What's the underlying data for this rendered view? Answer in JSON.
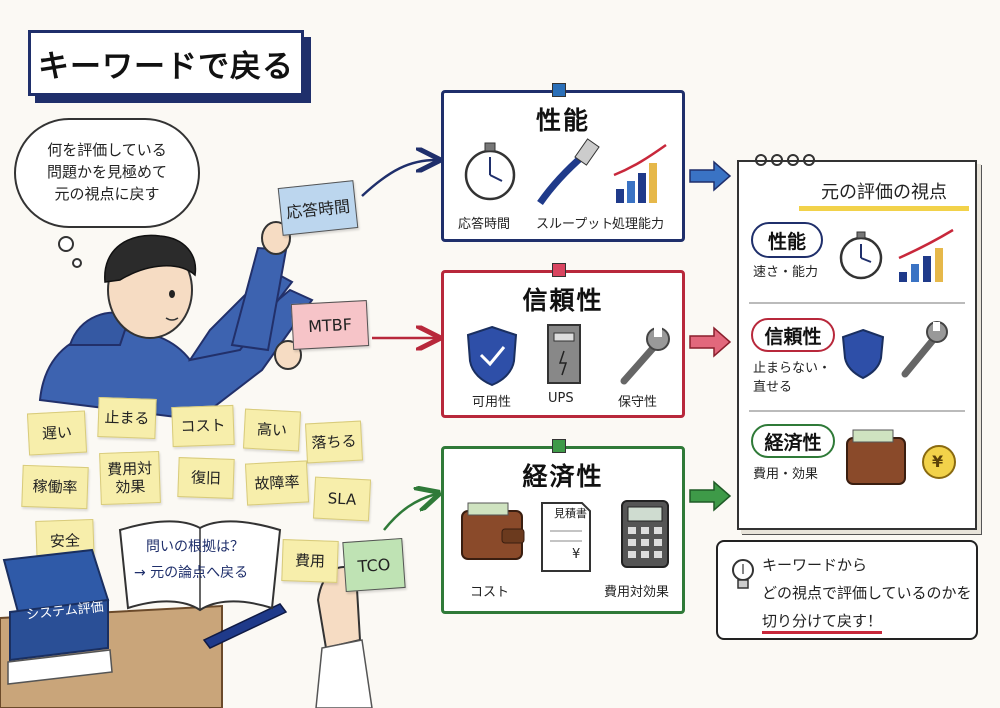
{
  "title": "キーワードで戻る",
  "thought_lines": [
    "何を評価している",
    "問題かを見極めて",
    "元の視点に戻す"
  ],
  "held_cards": {
    "top": "応答時間",
    "middle": "MTBF",
    "bottom": "TCO"
  },
  "sticky_notes": [
    {
      "lines": [
        "遅い"
      ]
    },
    {
      "lines": [
        "止まる"
      ]
    },
    {
      "lines": [
        "コスト"
      ]
    },
    {
      "lines": [
        "高い"
      ]
    },
    {
      "lines": [
        "落ちる"
      ]
    },
    {
      "lines": [
        "稼働率"
      ]
    },
    {
      "lines": [
        "費用対",
        "効果"
      ]
    },
    {
      "lines": [
        "復旧"
      ]
    },
    {
      "lines": [
        "故障率"
      ]
    },
    {
      "lines": [
        "SLA"
      ]
    },
    {
      "lines": [
        "安全"
      ]
    },
    {
      "lines": [
        "費用"
      ]
    }
  ],
  "open_book": {
    "line1": "問いの根拠は？",
    "line2": "→ 元の論点へ戻る"
  },
  "binder_label": "システム評価",
  "panels": [
    {
      "title": "性能",
      "color": "#1f2f6b",
      "pin_color": "#2a6fb8",
      "labels": [
        "応答時間",
        "スループット",
        "処理能力"
      ]
    },
    {
      "title": "信頼性",
      "color": "#b8283b",
      "pin_color": "#d94560",
      "labels": [
        "可用性",
        "UPS",
        "保守性"
      ]
    },
    {
      "title": "経済性",
      "color": "#2f7a38",
      "pin_color": "#3e9a48",
      "labels": [
        "コスト",
        "費用対効果"
      ]
    }
  ],
  "quote_doc_label": "見積書",
  "yen_symbol": "¥",
  "notebook": {
    "title": "元の評価の視点",
    "items": [
      {
        "name": "性能",
        "color": "#1f2f6b",
        "sub": [
          "速さ・能力"
        ]
      },
      {
        "name": "信頼性",
        "color": "#b8283b",
        "sub": [
          "止まらない・",
          "直せる"
        ]
      },
      {
        "name": "経済性",
        "color": "#2f7a38",
        "sub": [
          "費用・効果"
        ]
      }
    ]
  },
  "tip": {
    "line1": "キーワードから",
    "line2": "どの視点で評価しているのかを",
    "line3": "切り分けて戻す！"
  }
}
